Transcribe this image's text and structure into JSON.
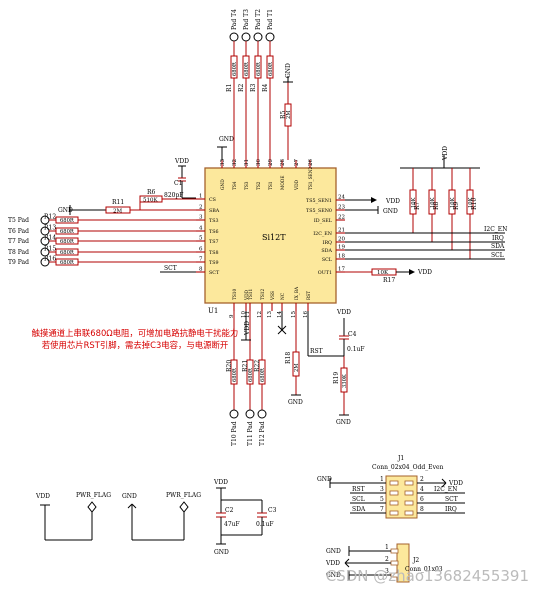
{
  "chip": {
    "name": "Si12T",
    "ref": "U1"
  },
  "left_pins": [
    {
      "num": "1",
      "name": "CS"
    },
    {
      "num": "2",
      "name": "SBA"
    },
    {
      "num": "3",
      "name": "TS3"
    },
    {
      "num": "4",
      "name": "TS6"
    },
    {
      "num": "5",
      "name": "TS7"
    },
    {
      "num": "6",
      "name": "TS8"
    },
    {
      "num": "7",
      "name": "TS9"
    },
    {
      "num": "8",
      "name": "SCT"
    }
  ],
  "right_pins": [
    {
      "num": "24",
      "name": "TS5_SEN1"
    },
    {
      "num": "23",
      "name": "TS5_SEN0"
    },
    {
      "num": "22",
      "name": "ID_SEL"
    },
    {
      "num": "21",
      "name": "I2C_EN"
    },
    {
      "num": "20",
      "name": "IRQ"
    },
    {
      "num": "19",
      "name": "SDA"
    },
    {
      "num": "18",
      "name": "SCL"
    },
    {
      "num": "17",
      "name": "OUT1"
    }
  ],
  "top_pins": [
    {
      "num": "33",
      "name": "GND"
    },
    {
      "num": "32",
      "name": "TS4"
    },
    {
      "num": "31",
      "name": "TS3"
    },
    {
      "num": "30",
      "name": "TS2"
    },
    {
      "num": "29",
      "name": "TS1"
    },
    {
      "num": "28",
      "name": "MODE"
    },
    {
      "num": "27",
      "name": "VDD"
    },
    {
      "num": "26",
      "name": "TS1_SEN2"
    }
  ],
  "bottom_pins": [
    {
      "num": "9",
      "name": "TS10"
    },
    {
      "num": "10",
      "name": "VDD"
    },
    {
      "num": "11",
      "name": "TS11"
    },
    {
      "num": "12",
      "name": "TS12"
    },
    {
      "num": "13",
      "name": "VSS"
    },
    {
      "num": "14",
      "name": "NC"
    },
    {
      "num": "15",
      "name": "IX_BA"
    },
    {
      "num": "16",
      "name": "RST"
    }
  ],
  "top_pads": [
    "Pad T4",
    "Pad T3",
    "Pad T2",
    "Pad T1"
  ],
  "top_res": [
    {
      "ref": "R1",
      "val": "680R"
    },
    {
      "ref": "R2",
      "val": "680R"
    },
    {
      "ref": "R3",
      "val": "680R"
    },
    {
      "ref": "R4",
      "val": "680R"
    }
  ],
  "r5": {
    "ref": "R5",
    "val": "2M"
  },
  "left_pads": [
    "T5 Pad",
    "T6 Pad",
    "T7 Pad",
    "T8 Pad",
    "T9 Pad"
  ],
  "left_res": [
    {
      "ref": "R12",
      "val": "680R"
    },
    {
      "ref": "R13",
      "val": "680R"
    },
    {
      "ref": "R14",
      "val": "680R"
    },
    {
      "ref": "R15",
      "val": "680R"
    },
    {
      "ref": "R16",
      "val": "680R"
    }
  ],
  "r11": {
    "ref": "R11",
    "val": "2M"
  },
  "r6": {
    "ref": "R6",
    "val": "510K"
  },
  "c1": {
    "ref": "C1",
    "val": "820pF"
  },
  "sct_label": "SCT",
  "right_res": [
    {
      "ref": "R7",
      "val": "10K"
    },
    {
      "ref": "R8",
      "val": "10K"
    },
    {
      "ref": "R9",
      "val": "10K"
    },
    {
      "ref": "R10",
      "val": "10K"
    }
  ],
  "r17": {
    "ref": "R17",
    "val": "10K"
  },
  "nets": {
    "i2c_en": "I2C_EN",
    "irq": "IRQ",
    "sda": "SDA",
    "scl": "SCL",
    "rst": "RST",
    "vdd": "VDD",
    "gnd": "GND"
  },
  "bottom_res": [
    {
      "ref": "R20",
      "val": "680R"
    },
    {
      "ref": "R21",
      "val": "680R"
    },
    {
      "ref": "R22",
      "val": "680R"
    }
  ],
  "bottom_pads": [
    "T10 Pad",
    "T11 Pad",
    "T12 Pad"
  ],
  "r18": {
    "ref": "R18",
    "val": "2M"
  },
  "r19": {
    "ref": "R19",
    "val": "330K"
  },
  "c4": {
    "ref": "C4",
    "val": "0.1uF"
  },
  "note_line1": "触摸通道上串联680Ω电阻，可增加电路抗静电干扰能力",
  "note_line2": "若使用芯片RST引脚，需去掉C3电容，与电源断开",
  "pwr_flag": "PWR_FLAG",
  "c2": {
    "ref": "C2",
    "val": "47uF"
  },
  "c3": {
    "ref": "C3",
    "val": "0.1uF"
  },
  "j1": {
    "ref": "J1",
    "name": "Conn_02x04_Odd_Even",
    "pins_l": [
      "1",
      "3",
      "5",
      "7"
    ],
    "pins_r": [
      "2",
      "4",
      "6",
      "8"
    ],
    "nets_l": [
      "GND",
      "RST",
      "SCL",
      "SDA"
    ],
    "nets_r": [
      "VDD",
      "I2C_EN",
      "SCT",
      "IRQ"
    ]
  },
  "j2": {
    "ref": "J2",
    "name": "Conn_01x03",
    "pins": [
      "1",
      "2",
      "3"
    ],
    "nets": [
      "GND",
      "VDD",
      "GND"
    ]
  },
  "watermark": "CSDN @zhao13682455391"
}
